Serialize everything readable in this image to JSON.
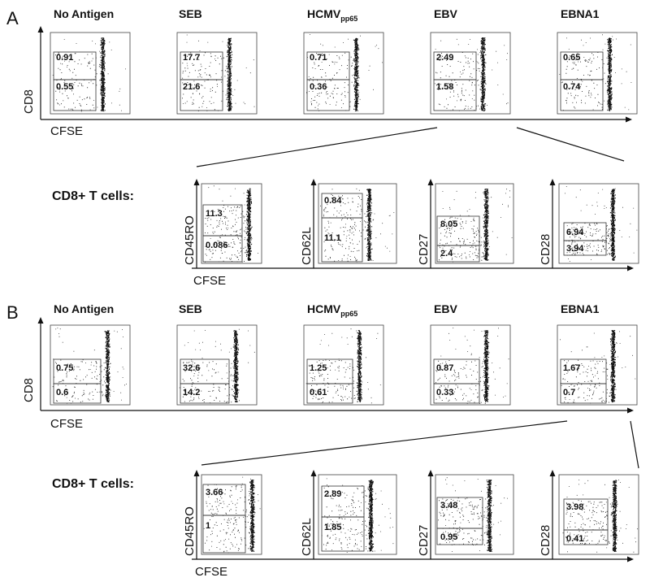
{
  "panels": [
    {
      "letter": "A",
      "top_titles": [
        "No Antigen",
        "SEB",
        "HCMV",
        "EBV",
        "EBNA1"
      ],
      "hcmv_subscript": "pp65",
      "top_ylabel": "CD8",
      "top_xlabel": "CFSE",
      "top_plots": [
        {
          "upper": "0.91",
          "lower": "0.55"
        },
        {
          "upper": "17.7",
          "lower": "21.6"
        },
        {
          "upper": "0.71",
          "lower": "0.36"
        },
        {
          "upper": "2.49",
          "lower": "1.58"
        },
        {
          "upper": "0.65",
          "lower": "0.74"
        }
      ],
      "row_label": "CD8+ T cells:",
      "bottom_xlabel": "CFSE",
      "bottom_plots": [
        {
          "ylabel": "CD45RO",
          "upper": "11.3",
          "lower": "0.086"
        },
        {
          "ylabel": "CD62L",
          "upper": "0.84",
          "lower": "11.1"
        },
        {
          "ylabel": "CD27",
          "upper": "8.05",
          "lower": "2.4"
        },
        {
          "ylabel": "CD28",
          "upper": "6.94",
          "lower": "3.94"
        }
      ]
    },
    {
      "letter": "B",
      "top_titles": [
        "No Antigen",
        "SEB",
        "HCMV",
        "EBV",
        "EBNA1"
      ],
      "hcmv_subscript": "pp65",
      "top_ylabel": "CD8",
      "top_xlabel": "CFSE",
      "top_plots": [
        {
          "upper": "0.75",
          "lower": "0.6"
        },
        {
          "upper": "32.6",
          "lower": "14.2"
        },
        {
          "upper": "1.25",
          "lower": "0.61"
        },
        {
          "upper": "0.87",
          "lower": "0.33"
        },
        {
          "upper": "1.67",
          "lower": "0.7"
        }
      ],
      "row_label": "CD8+ T cells:",
      "bottom_xlabel": "CFSE",
      "bottom_plots": [
        {
          "ylabel": "CD45RO",
          "upper": "3.66",
          "lower": "1"
        },
        {
          "ylabel": "CD62L",
          "upper": "2.89",
          "lower": "1.85"
        },
        {
          "ylabel": "CD27",
          "upper": "3.48",
          "lower": "0.95"
        },
        {
          "ylabel": "CD28",
          "upper": "3.98",
          "lower": "0.41"
        }
      ]
    }
  ]
}
